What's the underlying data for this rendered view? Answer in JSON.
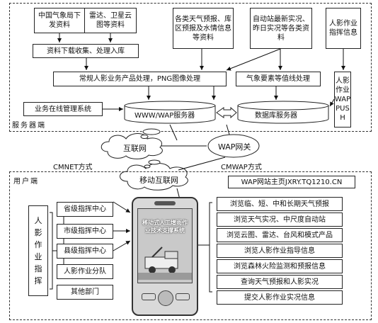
{
  "server_section": {
    "label": "服务器端",
    "top_boxes": [
      "中国气象局下发资料",
      "雷达、卫星云图等资料",
      "各类天气预报、库区预报及水情信息等资料",
      "自动站最新实况、昨日实况等各类资料",
      "人影作业指挥信息"
    ],
    "collect_box": "资料下载收集、处理入库",
    "product_box": "常规人影业务产品处理，PNG图像处理",
    "contour_box": "气象要素等值线处理",
    "push_box": "人影作业WAPPUSH",
    "mgmt_box": "业务在线管理系统",
    "www_server": "WWW/WAP服务器",
    "db_server": "数据库服务器"
  },
  "network": {
    "internet": "互联网",
    "wap_gateway": "WAP网关",
    "mobile_internet": "移动互联网",
    "cmnet": "CMNET方式",
    "cmwap": "CMWAP方式"
  },
  "user_section": {
    "label": "用户端",
    "command_label": "人影作业指挥",
    "command_levels": [
      "省级指挥中心",
      "市级指挥中心",
      "县级指挥中心",
      "人影作业分队",
      "其他部门"
    ],
    "phone_screen": "移动式人工增雨作业技术支撑系统",
    "wap_site": "WAP网站主页JXRY.TQ1210.CN",
    "services": [
      "浏览临、短、中和长期天气预报",
      "浏览天气实况、中尺度自动站",
      "浏览云图、雷达、台风和模式产品",
      "浏览人影作业指导信息",
      "浏览森林火险监测和预报信息",
      "查询天气预报和人影实况",
      "提交人影作业实况信息"
    ]
  }
}
